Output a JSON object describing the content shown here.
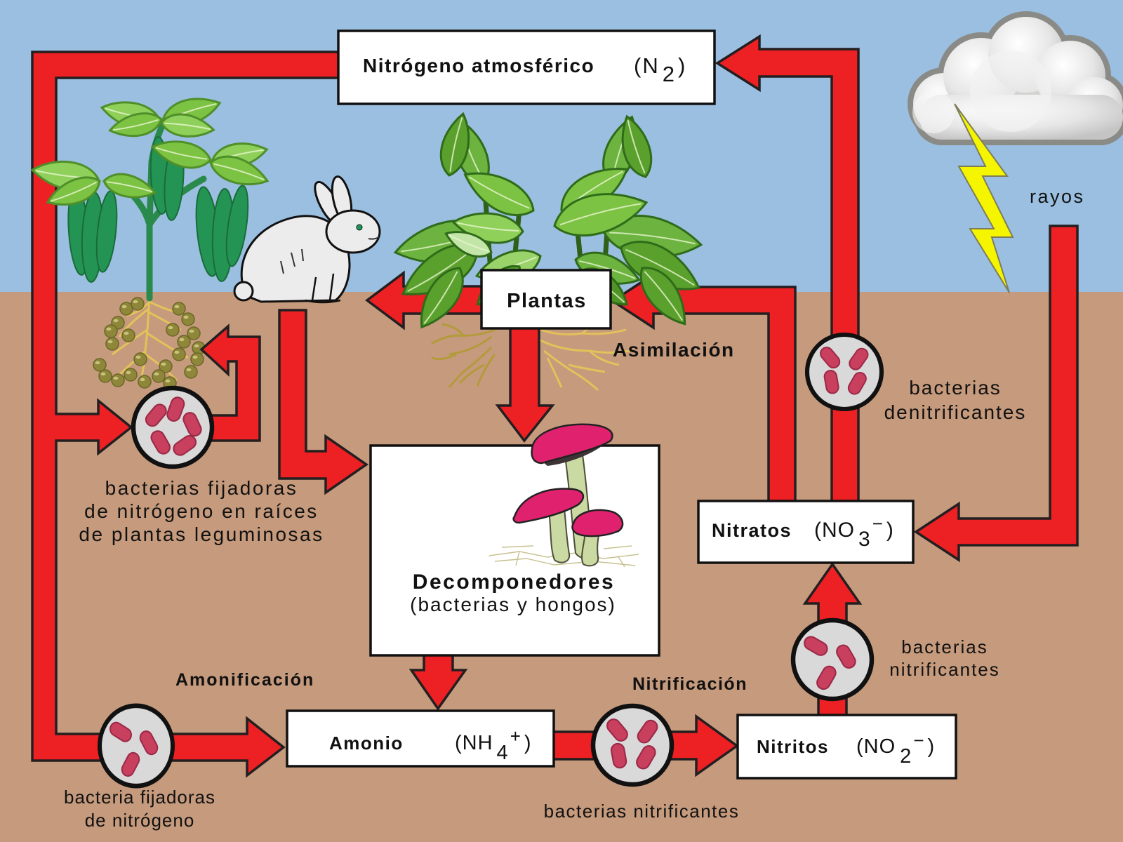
{
  "nodes": {
    "atmospheric_nitrogen": {
      "label": "Nitrógeno atmosférico",
      "formula": {
        "open": "(N",
        "sub": "2",
        "close": ")"
      }
    },
    "plants": {
      "label": "Plantas"
    },
    "decomposers": {
      "label": "Decomponedores",
      "sublabel": "(bacterias y hongos)"
    },
    "ammonium": {
      "label": "Amonio",
      "formula": {
        "open": "(NH",
        "sub": "4",
        "sup": "+",
        "close": ")"
      }
    },
    "nitrites": {
      "label": "Nitritos",
      "formula": {
        "open": "(NO",
        "sub": "2",
        "sup": "−",
        "close": ")"
      }
    },
    "nitrates": {
      "label": "Nitratos",
      "formula": {
        "open": "(NO",
        "sub": "3",
        "sup": "−",
        "close": ")"
      }
    }
  },
  "processes": {
    "assimilation": "Asimilación",
    "ammonification": "Amonificación",
    "nitrification": "Nitrificación"
  },
  "annotations": {
    "lightning": "rayos",
    "denitrifying_bacteria": [
      "bacterias",
      "denitrificantes"
    ],
    "legume_root_fixers": [
      "bacterias fijadoras",
      "de nitrógeno en raíces",
      "de plantas leguminosas"
    ],
    "soil_fixers": [
      "bacteria fijadoras",
      "de nitrógeno"
    ],
    "nitrifying_bottom": "bacterias nitrificantes",
    "nitrifying_right": [
      "bacterias",
      "nitrificantes"
    ]
  },
  "edges": [
    {
      "from": "atmospheric_nitrogen",
      "to": "legume_root_fixers"
    },
    {
      "from": "legume_root_fixers",
      "to": "legume_plant"
    },
    {
      "from": "atmospheric_nitrogen",
      "to": "ammonium",
      "via": "soil_fixers"
    },
    {
      "from": "plants",
      "to": "rabbit"
    },
    {
      "from": "rabbit",
      "to": "decomposers"
    },
    {
      "from": "plants",
      "to": "decomposers"
    },
    {
      "from": "decomposers",
      "to": "ammonium",
      "process": "ammonification"
    },
    {
      "from": "ammonium",
      "to": "nitrites",
      "via": "nitrifying_bottom",
      "process": "nitrification"
    },
    {
      "from": "nitrites",
      "to": "nitrates",
      "via": "nitrifying_right"
    },
    {
      "from": "nitrates",
      "to": "plants",
      "process": "assimilation"
    },
    {
      "from": "nitrates",
      "to": "atmospheric_nitrogen",
      "via": "denitrifying_bacteria"
    },
    {
      "from": "lightning",
      "to": "nitrates"
    }
  ],
  "colors": {
    "sky": "#9bbfe0",
    "soil": "#c69a7c",
    "arrow": "#ed2024",
    "bacteria": "#c9405f",
    "bacteria_disc": "#d9d9d9",
    "lightning": "#f5f500",
    "mushroom_cap": "#e0226e"
  }
}
